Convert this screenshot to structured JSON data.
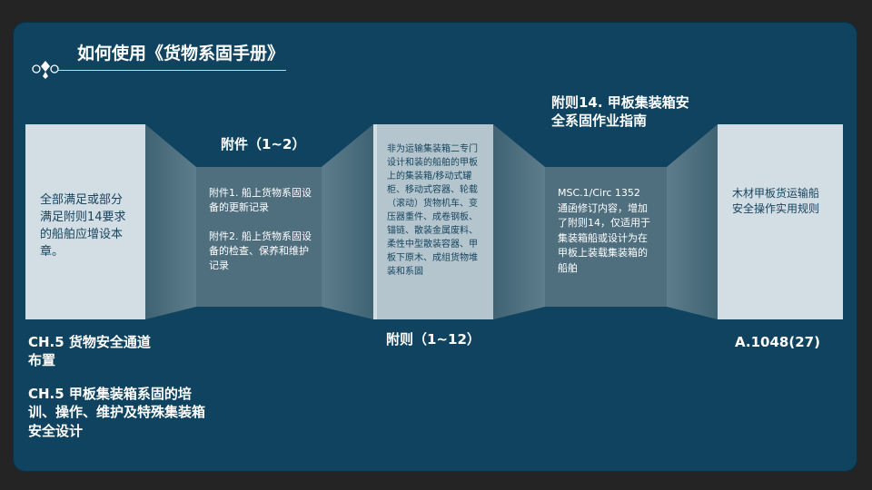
{
  "title": "如何使用《货物系固手册》",
  "icons": {
    "ornament": "decorative-swirl-icon"
  },
  "colors": {
    "card": "#0f4360",
    "panel_light": "#d2dde4",
    "panel_mid": "#4f6f7f",
    "panel_band": "#7e97a3",
    "text_dark": "#17455f"
  },
  "labels": {
    "attach_1_2": "附件（1~2）",
    "rule_14": "附则14. 甲板集装箱安全系固作业指南",
    "rules_1_12": "附则（1~12）",
    "a1048": "A.1048(27)",
    "ch5_passage": "CH.5 货物安全通道布置",
    "ch5_training": "CH.5 甲板集装箱系固的培训、操作、维护及特殊集装箱安全设计"
  },
  "panels": {
    "full_partial": "全部满足或部分满足附则14要求的船舶应增设本章。",
    "attachments": "附件1. 船上货物系固设备的更新记录\n\n附件2. 船上货物系固设备的检查、保养和维护记录",
    "non_dedicated": "非为运输集装箱二专门设计和装的船舶的甲板上的集装箱/移动式罐柜、移动式容器、轮载（滚动）货物机车、变压器重件、成卷钢板、锚链、散装金属废料、柔性中型散装容器、甲板下原木、成组货物堆装和系固",
    "msc_circ": "MSC.1/Circ 1352 通函修订内容，增加了附则14，仅适用于集装箱船或设计为在甲板上装载集装箱的船舶",
    "timber_deck": "木材甲板货运输船安全操作实用规则"
  }
}
